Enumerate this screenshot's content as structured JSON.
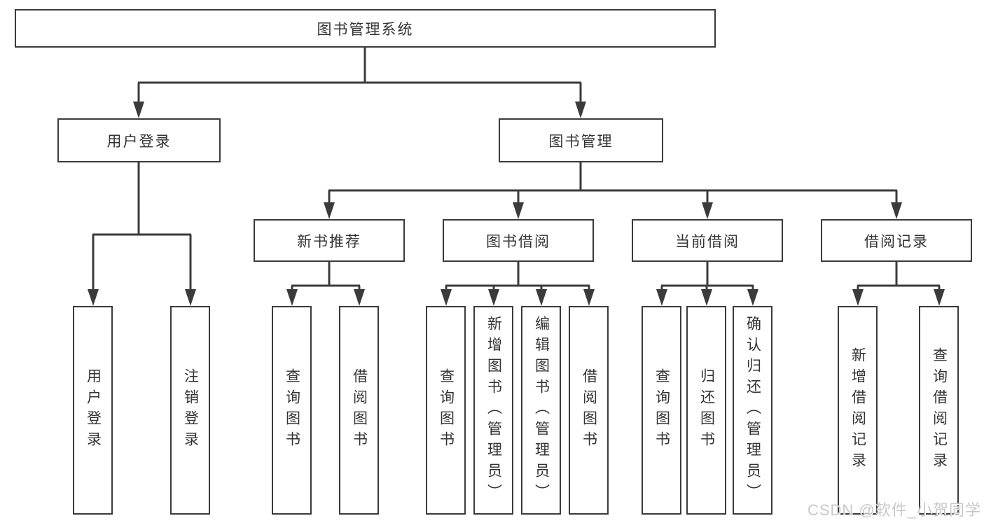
{
  "diagram": {
    "root": {
      "label": "图书管理系统"
    },
    "level2": [
      {
        "label": "用户登录"
      },
      {
        "label": "图书管理"
      }
    ],
    "level3": [
      {
        "label": "新书推荐"
      },
      {
        "label": "图书借阅"
      },
      {
        "label": "当前借阅"
      },
      {
        "label": "借阅记录"
      }
    ],
    "leaves": [
      {
        "label": "用户登录"
      },
      {
        "label": "注销登录"
      },
      {
        "label": "查询图书"
      },
      {
        "label": "借阅图书"
      },
      {
        "label": "查询图书"
      },
      {
        "label": "新增图书（管理员）"
      },
      {
        "label": "编辑图书（管理员）"
      },
      {
        "label": "借阅图书"
      },
      {
        "label": "查询图书"
      },
      {
        "label": "归还图书"
      },
      {
        "label": "确认归还（管理员）"
      },
      {
        "label": "新增借阅记录"
      },
      {
        "label": "查询借阅记录"
      }
    ],
    "watermark": "CSDN @软件_小贺同学",
    "colors": {
      "line": "#3b3b3b",
      "text": "#333333",
      "watermark": "#c8c8c8",
      "background": "#ffffff"
    }
  }
}
